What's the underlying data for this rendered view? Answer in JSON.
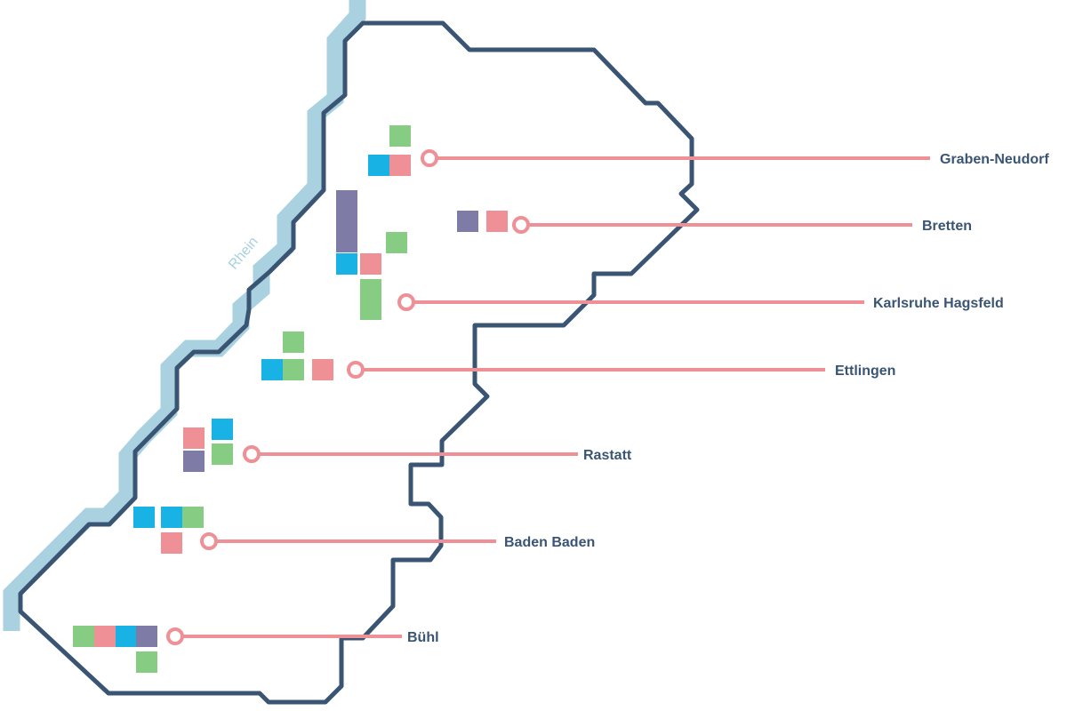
{
  "colors": {
    "border": "#3a5573",
    "river": "#a9d1df",
    "river_label": "#a9d1df",
    "line": "#ee9096",
    "label": "#3a5573",
    "pink": "#ee9096",
    "green": "#86cc82",
    "cyan": "#19b2e4",
    "purple": "#7e7ba6"
  },
  "river": {
    "label": "Rhein"
  },
  "stations": [
    {
      "id": "graben-neudorf",
      "label": "Graben-Neudorf"
    },
    {
      "id": "bretten",
      "label": "Bretten"
    },
    {
      "id": "karlsruhe-hagsfeld",
      "label": "Karlsruhe Hagsfeld"
    },
    {
      "id": "ettlingen",
      "label": "Ettlingen"
    },
    {
      "id": "rastatt",
      "label": "Rastatt"
    },
    {
      "id": "baden-baden",
      "label": "Baden Baden"
    },
    {
      "id": "buehl",
      "label": "Bühl"
    }
  ]
}
